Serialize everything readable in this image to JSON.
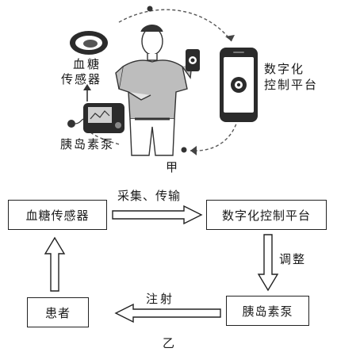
{
  "figure_a": {
    "sensor_label_line1": "血糖",
    "sensor_label_line2": "传感器",
    "platform_label_line1": "数字化",
    "platform_label_line2": "控制平台",
    "pump_label": "胰岛素泵",
    "caption": "甲"
  },
  "figure_b": {
    "sensor_box": "血糖传感器",
    "platform_box": "数字化控制平台",
    "pump_box": "胰岛素泵",
    "patient_box": "患者",
    "arrow_collect": "采集、传输",
    "arrow_adjust": "调整",
    "arrow_inject": "注射",
    "caption": "乙"
  }
}
